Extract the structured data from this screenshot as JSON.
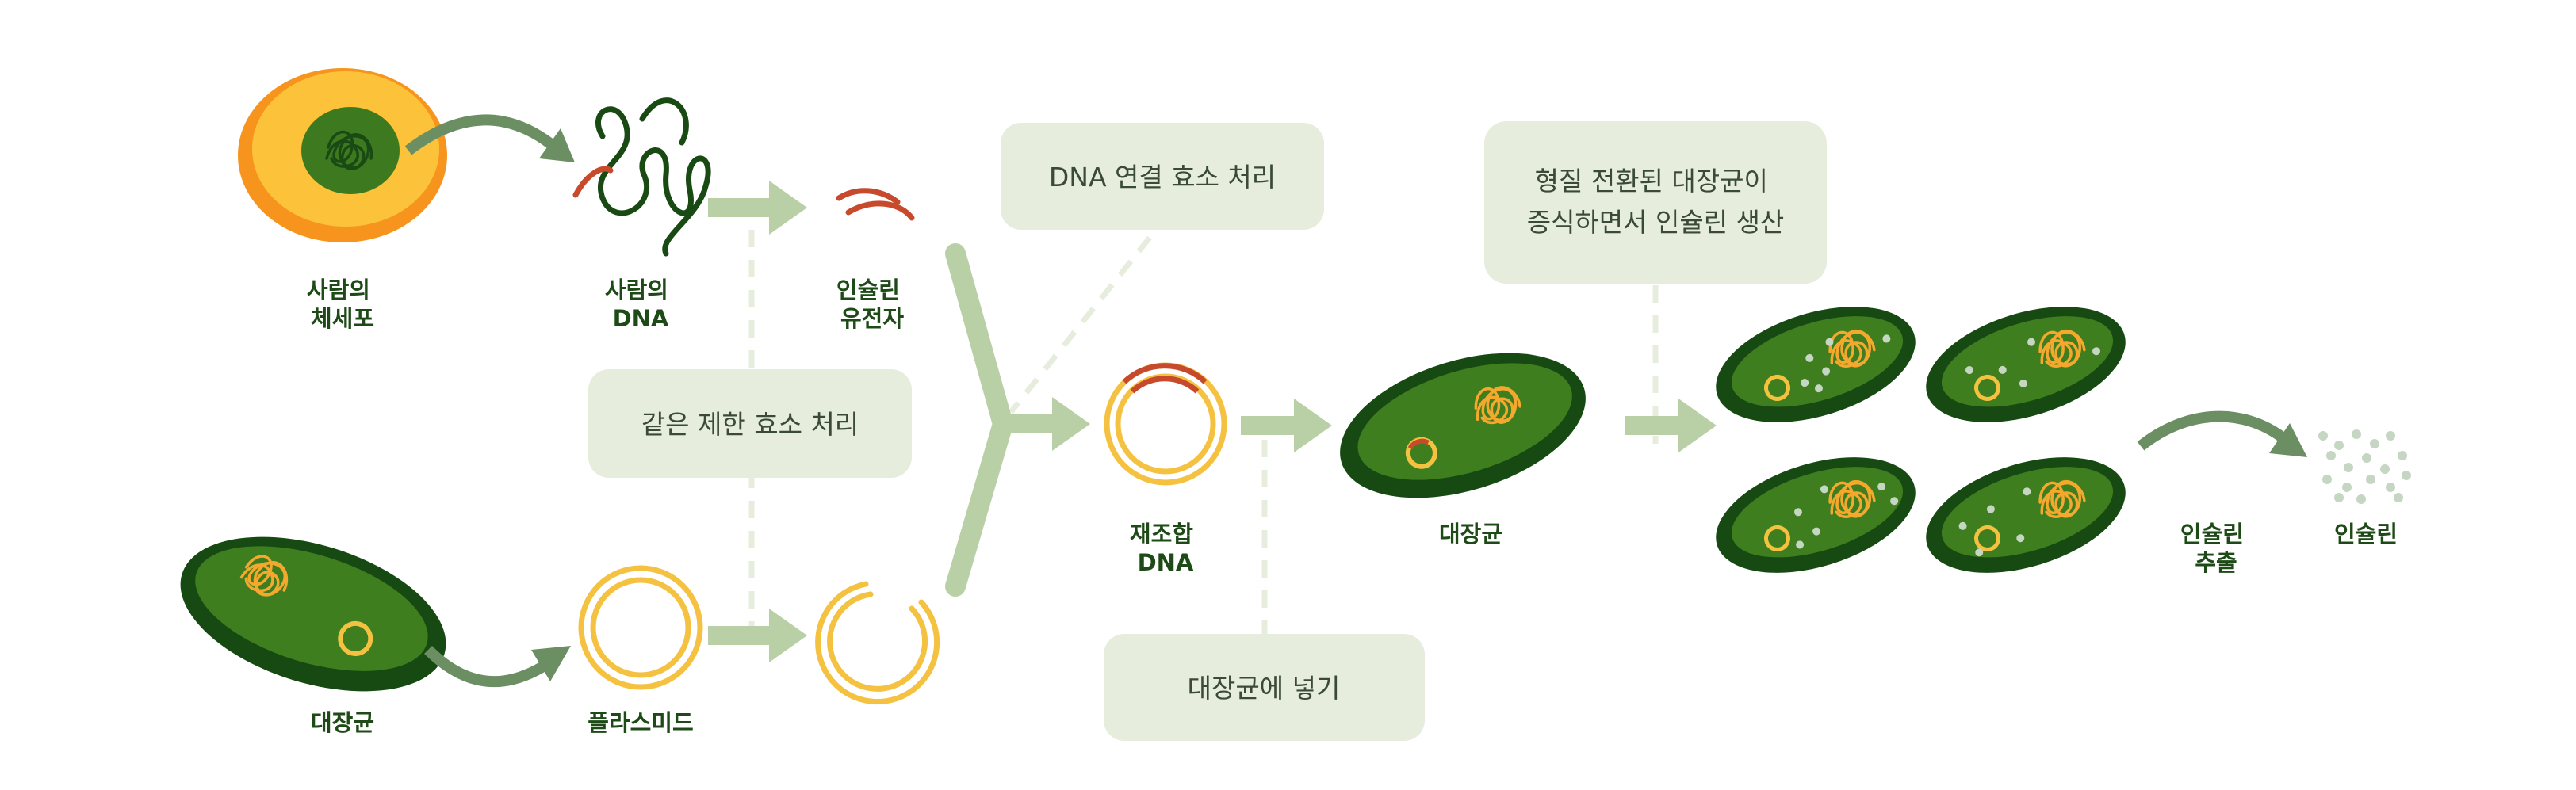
{
  "labels": {
    "human_cell": [
      "사람의",
      "체세포"
    ],
    "human_dna": [
      "사람의",
      "DNA"
    ],
    "insulin_gene": [
      "인슐린",
      "유전자"
    ],
    "ecoli_source": [
      "대장균"
    ],
    "plasmid": [
      "플라스미드"
    ],
    "recombinant_dna": [
      "재조합",
      "DNA"
    ],
    "ecoli_host": [
      "대장균"
    ],
    "insulin_extraction": [
      "인슐린",
      "추출"
    ],
    "insulin_product": [
      "인슐린"
    ]
  },
  "notes": {
    "restriction_enzyme": [
      "같은 제한 효소 처리"
    ],
    "ligase": [
      "DNA 연결 효소 처리"
    ],
    "insert_into_ecoli": [
      "대장균에 넣기"
    ],
    "transformed_growth": [
      "형질 전환된 대장균이",
      "증식하면서 인슐린 생산"
    ]
  },
  "colors": {
    "cell_outer": "#f7941d",
    "cell_inner": "#fcc33a",
    "nucleus": "#3d7a1f",
    "bacteria_dark": "#164a12",
    "bacteria_light": "#3f7e1f",
    "dna_strand": "#1a4a14",
    "gene_red": "#c84a2c",
    "plasmid_yellow": "#f4c140",
    "arrow_light": "#b9cfa6",
    "arrow_dark": "#6b8f63",
    "note_bg": "#e6eddd",
    "label_text": "#1d4a16",
    "insulin_dots": "#c5d6c3"
  }
}
